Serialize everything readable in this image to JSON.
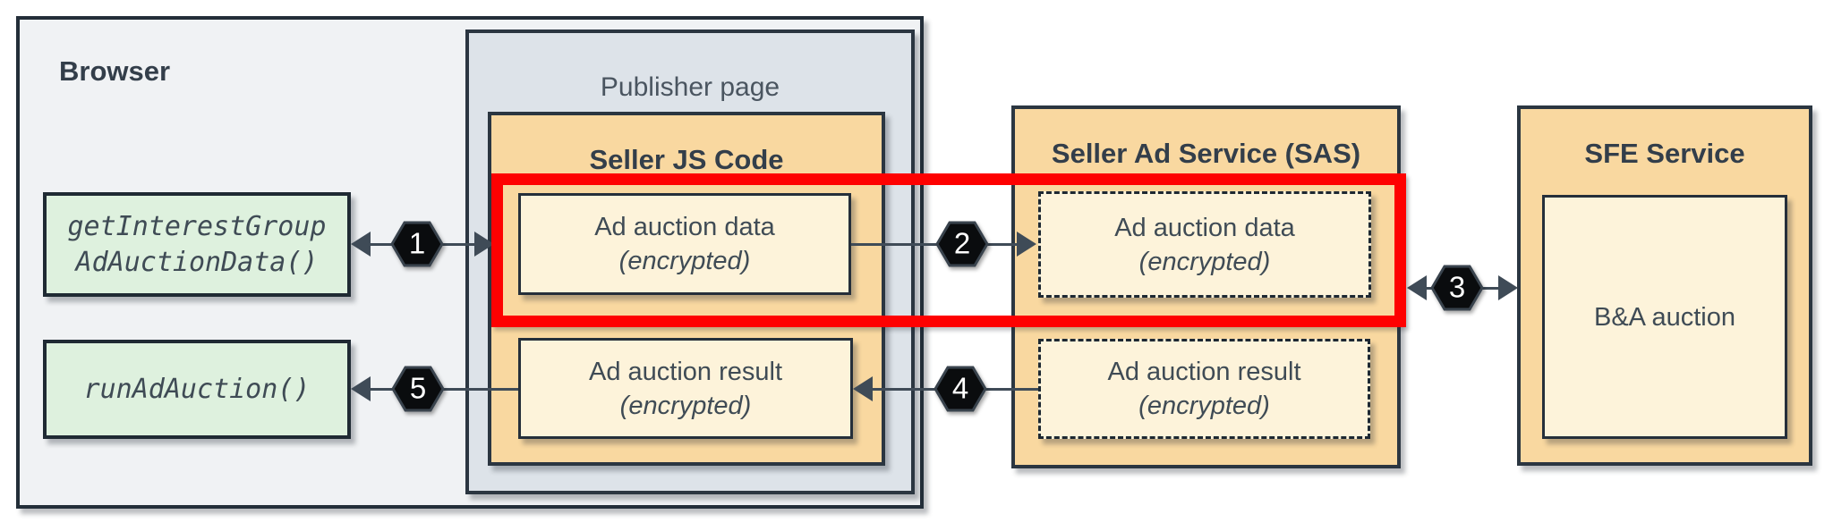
{
  "colors": {
    "background": "#ffffff",
    "browser_fill": "#f0f2f4",
    "publisher_fill": "#dde3e9",
    "service_fill": "#f9d8a0",
    "inner_box_fill": "#fdf3da",
    "api_box_fill": "#def1de",
    "border_dark": "#252f3a",
    "arrow": "#3f4b57",
    "highlight_red": "#fe0101",
    "step_badge_fill": "#0a0c0e",
    "step_badge_text": "#ffffff",
    "text": "#3a4650"
  },
  "browser": {
    "label": "Browser",
    "apis": {
      "get_data": {
        "line1": "getInterestGroup",
        "line2": "AdAuctionData()"
      },
      "run_auction": {
        "label": "runAdAuction()"
      }
    }
  },
  "publisher": {
    "label": "Publisher page"
  },
  "seller_js": {
    "label": "Seller JS Code",
    "data": {
      "title": "Ad auction data",
      "note": "(encrypted)"
    },
    "result": {
      "title": "Ad auction result",
      "note": "(encrypted)"
    }
  },
  "sas": {
    "label": "Seller Ad Service (SAS)",
    "data": {
      "title": "Ad auction data",
      "note": "(encrypted)"
    },
    "result": {
      "title": "Ad auction result",
      "note": "(encrypted)"
    }
  },
  "sfe": {
    "label": "SFE Service",
    "auction": {
      "label": "B&A auction"
    }
  },
  "steps": {
    "s1": "1",
    "s2": "2",
    "s3": "3",
    "s4": "4",
    "s5": "5"
  }
}
